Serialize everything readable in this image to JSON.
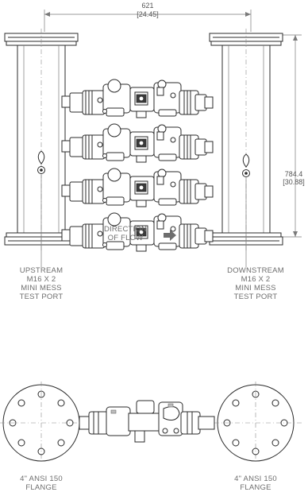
{
  "dimensions": {
    "width_mm": "621",
    "width_in": "[24.45]",
    "height_mm": "784.4",
    "height_in": "[30.88]"
  },
  "flow": {
    "line1": "DIRECTION",
    "line2": "OF FLOW"
  },
  "upstream_port": {
    "line1": "UPSTREAM",
    "line2": "M16 X 2",
    "line3": "MINI MESS",
    "line4": "TEST PORT"
  },
  "downstream_port": {
    "line1": "DOWNSTREAM",
    "line2": "M16 X 2",
    "line3": "MINI MESS",
    "line4": "TEST PORT"
  },
  "left_flange": {
    "line1": "4\" ANSI 150",
    "line2": "FLANGE"
  },
  "right_flange": {
    "line1": "4\" ANSI 150",
    "line2": "FLANGE"
  },
  "colors": {
    "line": "#2b2b2b",
    "text": "#6e6e6e",
    "background": "#ffffff"
  }
}
